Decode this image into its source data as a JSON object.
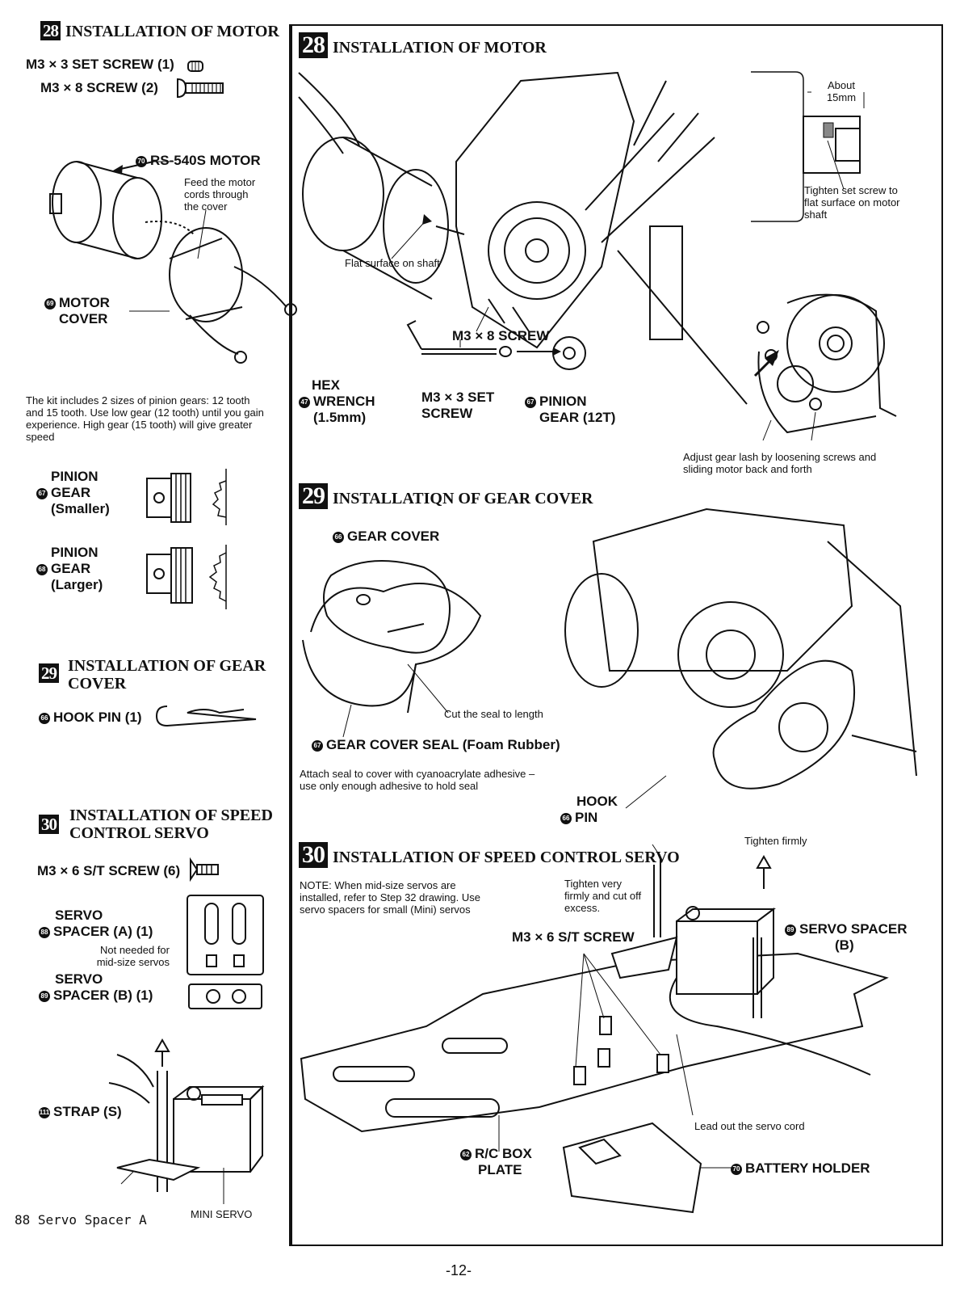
{
  "left": {
    "s28": {
      "num": "28",
      "title": "INSTALLATION OF MOTOR",
      "part1": "M3 × 3 SET SCREW (1)",
      "part2": "M3 × 8 SCREW (2)",
      "motor_num": "70",
      "motor_label": "RS-540S MOTOR",
      "feed_note": "Feed the motor cords through the cover",
      "cover_num": "69",
      "cover_label_1": "MOTOR",
      "cover_label_2": "COVER",
      "kit_note": "The kit includes 2 sizes of pinion gears: 12 tooth and 15 tooth. Use low gear (12 tooth) until you gain experience. High gear (15 tooth) will give greater speed",
      "pinion_small_num": "67",
      "pinion_small": [
        "PINION",
        "GEAR",
        "(Smaller)"
      ],
      "pinion_large_num": "68",
      "pinion_large": [
        "PINION",
        "GEAR",
        "(Larger)"
      ]
    },
    "s29": {
      "num": "29",
      "title_1": "INSTALLATION OF GEAR",
      "title_2": "COVER",
      "hook_num": "66",
      "hook": "HOOK PIN (1)"
    },
    "s30": {
      "num": "30",
      "title_1": "INSTALLATION OF SPEED",
      "title_2": "CONTROL SERVO",
      "screw": "M3 × 6 S/T SCREW (6)",
      "spacerA_num": "88",
      "spacerA": [
        "SERVO",
        "SPACER (A) (1)"
      ],
      "not_needed": "Not needed for mid-size servos",
      "spacerB_num": "89",
      "spacerB": [
        "SERVO",
        "SPACER (B) (1)"
      ],
      "strap_num": "111",
      "strap": "STRAP (S)",
      "mini_servo": "MINI SERVO"
    },
    "footer_note": "88 Servo Spacer A"
  },
  "right": {
    "s28": {
      "num": "28",
      "title": "INSTALLATION OF MOTOR",
      "about": "About 15mm",
      "tighten": "Tighten set screw to flat surface on motor shaft",
      "flat": "Flat surface on shaft",
      "screw": "M3 × 8 SCREW",
      "hex_num": "47",
      "hex": [
        "HEX",
        "WRENCH",
        "(1.5mm)"
      ],
      "setscrew": [
        "M3 × 3 SET",
        "SCREW"
      ],
      "pinion_num": "67",
      "pinion": [
        "PINION",
        "GEAR (12T)"
      ],
      "adjust": "Adjust gear lash by loosening screws and sliding motor back and forth"
    },
    "s29": {
      "num": "29",
      "title": "INSTALLATIQN OF GEAR COVER",
      "cover_num": "66",
      "cover": "GEAR COVER",
      "cut": "Cut the seal to length",
      "seal_num": "67",
      "seal": "GEAR COVER SEAL (Foam Rubber)",
      "attach": "Attach seal to cover with cyanoacrylate adhesive – use only enough adhesive to hold seal",
      "hook_num": "66",
      "hook": [
        "HOOK",
        "PIN"
      ]
    },
    "s30": {
      "num": "30",
      "title": "INSTALLATION OF SPEED CONTROL SERVO",
      "note": "NOTE: When mid-size servos are installed, refer to Step 32 drawing. Use servo spacers for small (Mini) servos",
      "tighten_very": "Tighten very firmly and cut off excess.",
      "tighten_firmly": "Tighten firmly",
      "screw": "M3 × 6 S/T SCREW",
      "spacer_num": "89",
      "spacer": [
        "SERVO SPACER",
        "(B)"
      ],
      "lead": "Lead out the servo cord",
      "plate_num": "62",
      "plate": [
        "R/C BOX",
        "PLATE"
      ],
      "battery_num": "70",
      "battery": "BATTERY HOLDER"
    }
  },
  "page_number": "-12-"
}
